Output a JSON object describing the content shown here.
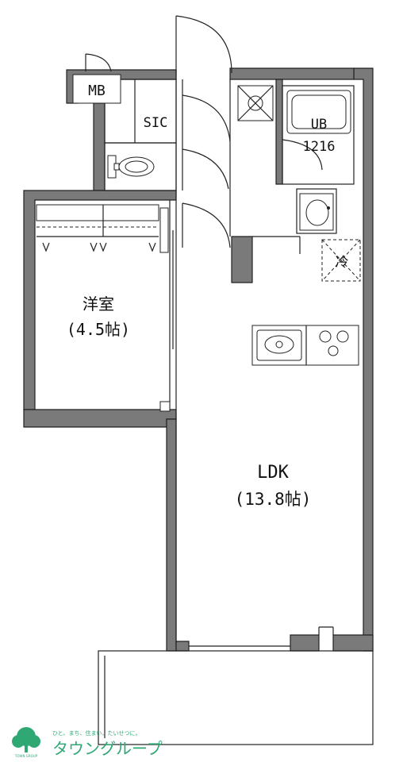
{
  "rooms": {
    "mb": "MB",
    "sic": "SIC",
    "ub_name": "UB",
    "ub_size": "1216",
    "fridge": "冷",
    "western_name": "洋室",
    "western_size": "(4.5帖)",
    "ldk_name": "LDK",
    "ldk_size": "(13.8帖)"
  },
  "branding": {
    "tagline": "ひと、まち、住まい、たいせつに。",
    "company": "タウングループ",
    "small_caption": "TOWN GROUP",
    "brand_color": "#2fa874"
  }
}
